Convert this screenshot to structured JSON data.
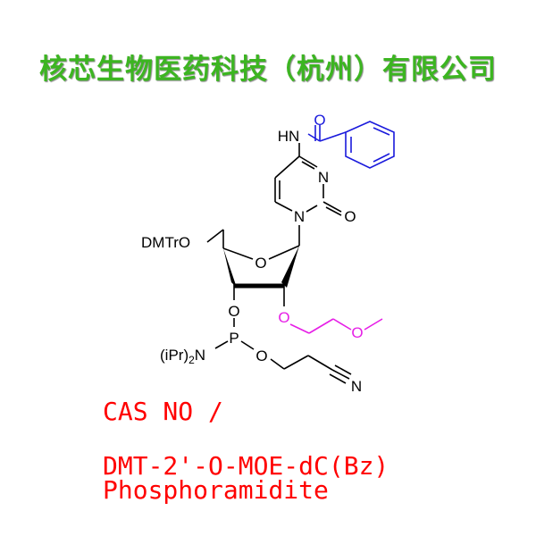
{
  "header": {
    "company_name": "核芯生物医药科技（杭州）有限公司",
    "color": "#3cb521"
  },
  "structure": {
    "labels": {
      "carbonyl_o": "O",
      "amide_nh": "HN",
      "n3": "N",
      "o2": "O",
      "n1": "N",
      "dmtro": "DMTrO",
      "ring_o": "O",
      "o3": "O",
      "p": "P",
      "amine_prefix": "(iPr)",
      "amine_sub": "2",
      "amine_n": "N",
      "cyano_o": "O",
      "nitrile_n": "N",
      "moe_o1": "O",
      "moe_o2": "O"
    },
    "colors": {
      "core": "#000000",
      "benzoyl": "#1a1adc",
      "moe": "#e61ee6"
    }
  },
  "product": {
    "cas_line": "CAS NO /",
    "name_line1": "DMT-2'-O-MOE-dC(Bz)",
    "name_line2": "Phosphoramidite",
    "color": "#ff0000"
  }
}
